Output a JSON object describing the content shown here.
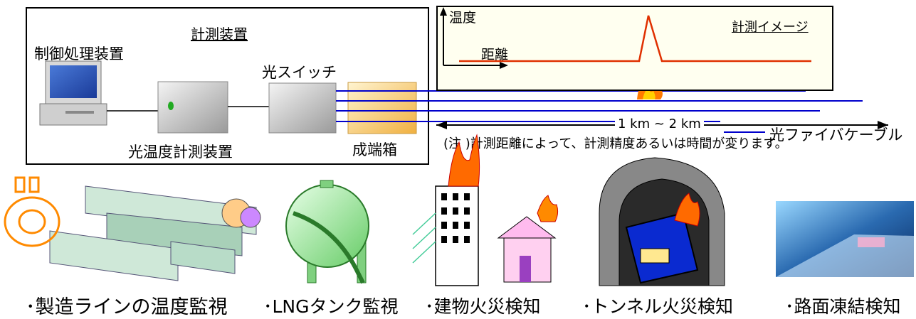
{
  "measurement_unit": {
    "title": "計測装置",
    "controller_label": "制御処理装置",
    "optical_switch_label": "光スイッチ",
    "temp_unit_label": "光温度計測装置",
    "terminal_box_label": "成端箱"
  },
  "image_panel": {
    "title": "計測イメージ",
    "y_axis_label": "温度",
    "x_axis_label": "距離"
  },
  "cable": {
    "fiber_label": "光ファイバケーブル",
    "range_label": "1 km ~ 2 km",
    "note": "(注 )計測距離によって、計測精度あるいは時間が変ります。"
  },
  "applications": [
    {
      "label": "･製造ラインの温度監視"
    },
    {
      "label": "･LNGタンク監視"
    },
    {
      "label": "･建物火災検知"
    },
    {
      "label": "･トンネル火災検知"
    },
    {
      "label": "･路面凍結検知"
    }
  ],
  "colors": {
    "fiber": "#0000cc",
    "signal": "#e03000",
    "panel_bg": "#fffff0",
    "box_gray": "#c8c8c8",
    "terminal_box": "#f7d58a",
    "led": "#22aa22"
  }
}
